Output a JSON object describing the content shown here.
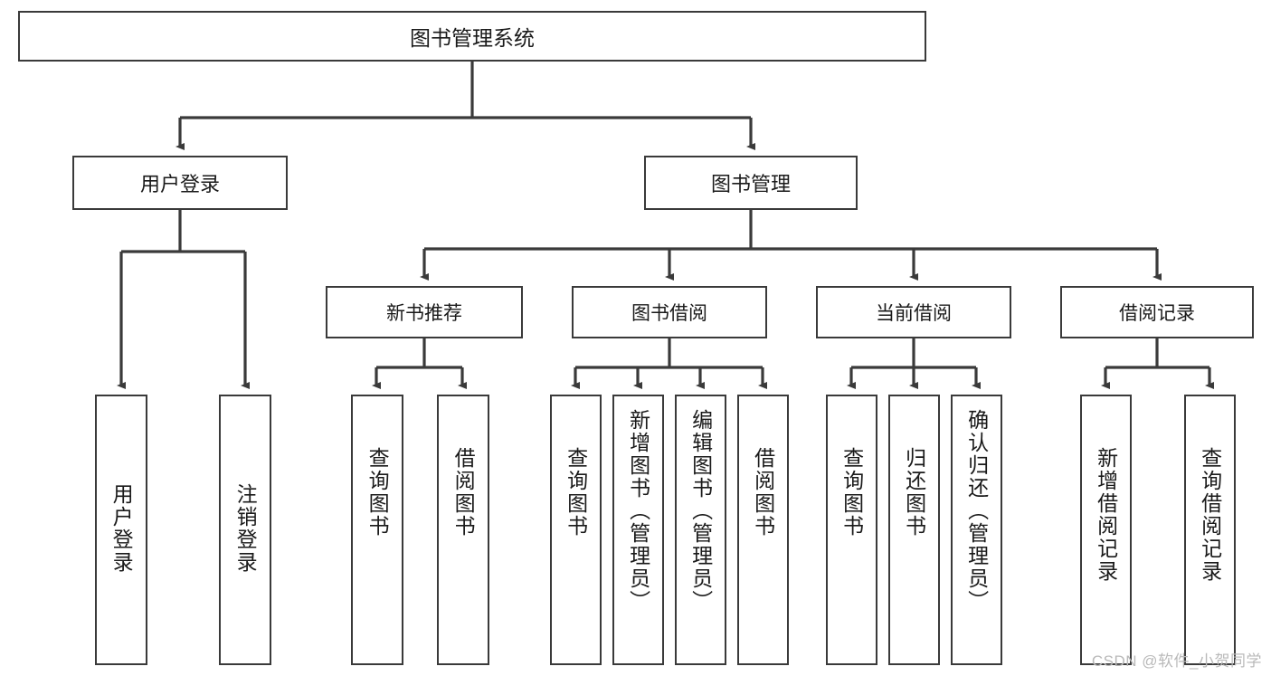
{
  "diagram": {
    "title": "图书管理系统",
    "type": "hierarchy-tree",
    "watermark": "CSDN @软件_小贺同学",
    "colors": {
      "box_border": "#3a3a3a",
      "box_fill": "#ffffff",
      "edge": "#3a3a3a",
      "text": "#1a1a1a",
      "watermark": "#b9b9b9"
    },
    "root": {
      "id": "root",
      "label": "图书管理系统"
    },
    "level2": [
      {
        "id": "user-login",
        "label": "用户登录"
      },
      {
        "id": "book-manage",
        "label": "图书管理"
      }
    ],
    "level3": [
      {
        "id": "new-book-rec",
        "label": "新书推荐"
      },
      {
        "id": "book-borrow",
        "label": "图书借阅"
      },
      {
        "id": "current-borrow",
        "label": "当前借阅"
      },
      {
        "id": "borrow-record",
        "label": "借阅记录"
      }
    ],
    "leaves": {
      "user-login": [
        {
          "id": "leaf-user-login",
          "label": "用户登录"
        },
        {
          "id": "leaf-logout",
          "label": "注销登录"
        }
      ],
      "new-book-rec": [
        {
          "id": "leaf-query-book-1",
          "label": "查询图书"
        },
        {
          "id": "leaf-borrow-book-1",
          "label": "借阅图书"
        }
      ],
      "book-borrow": [
        {
          "id": "leaf-query-book-2",
          "label": "查询图书"
        },
        {
          "id": "leaf-add-book",
          "label": "新增图书（管理员）"
        },
        {
          "id": "leaf-edit-book",
          "label": "编辑图书（管理员）"
        },
        {
          "id": "leaf-borrow-book-2",
          "label": "借阅图书"
        }
      ],
      "current-borrow": [
        {
          "id": "leaf-query-book-3",
          "label": "查询图书"
        },
        {
          "id": "leaf-return-book",
          "label": "归还图书"
        },
        {
          "id": "leaf-confirm-return",
          "label": "确认归还（管理员）"
        }
      ],
      "borrow-record": [
        {
          "id": "leaf-add-record",
          "label": "新增借阅记录"
        },
        {
          "id": "leaf-query-record",
          "label": "查询借阅记录"
        }
      ]
    }
  }
}
